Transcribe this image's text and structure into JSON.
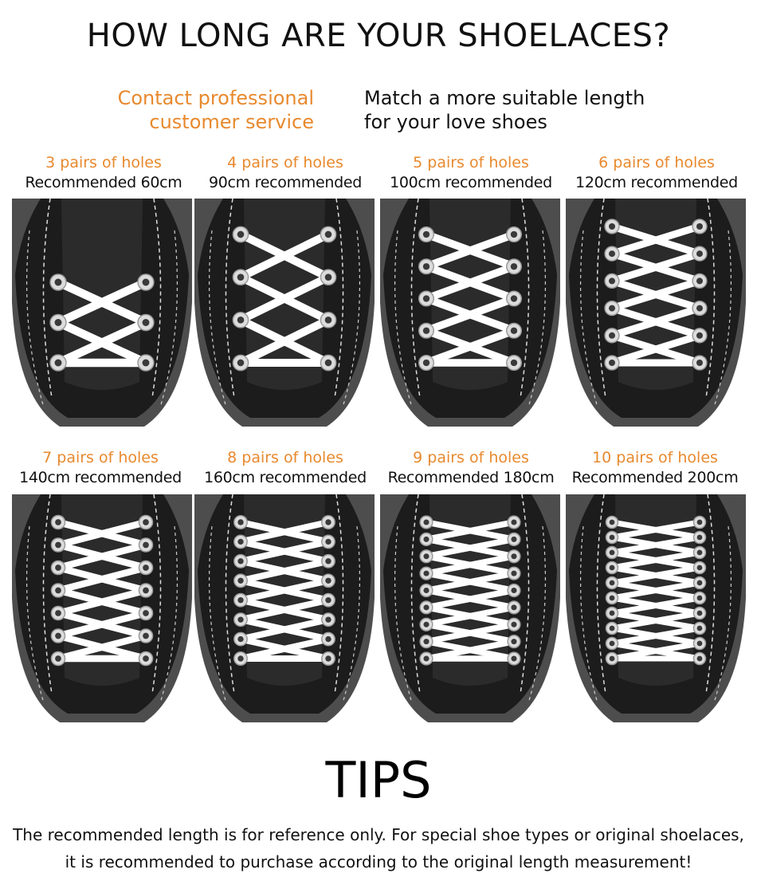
{
  "heading": "HOW LONG ARE YOUR SHOELACES?",
  "contact": {
    "line1": "Contact professional",
    "line2": "customer service"
  },
  "match": {
    "line1": "Match a more suitable length",
    "line2": "for your love shoes"
  },
  "items": [
    {
      "pairs": "3 pairs of holes",
      "length": "Recommended 60cm",
      "holes": 3
    },
    {
      "pairs": "4 pairs of holes",
      "length": "90cm recommended",
      "holes": 4
    },
    {
      "pairs": "5 pairs of holes",
      "length": "100cm recommended",
      "holes": 5
    },
    {
      "pairs": "6 pairs of holes",
      "length": "120cm recommended",
      "holes": 6
    },
    {
      "pairs": "7 pairs of holes",
      "length": "140cm recommended",
      "holes": 7
    },
    {
      "pairs": "8 pairs of holes",
      "length": "160cm recommended",
      "holes": 8
    },
    {
      "pairs": "9 pairs of holes",
      "length": "Recommended 180cm",
      "holes": 9
    },
    {
      "pairs": "10 pairs of holes",
      "length": "Recommended 200cm",
      "holes": 10
    }
  ],
  "tips": {
    "title": "TIPS",
    "line1": "The recommended length is for reference only. For special shoe types or original shoelaces,",
    "line2": "it is recommended to purchase according to the original length measurement!"
  },
  "colors": {
    "accent": "#e8892e",
    "panel_bg": "#4d4d4d",
    "shoe": "#1c1c1c",
    "lace": "#ffffff"
  }
}
